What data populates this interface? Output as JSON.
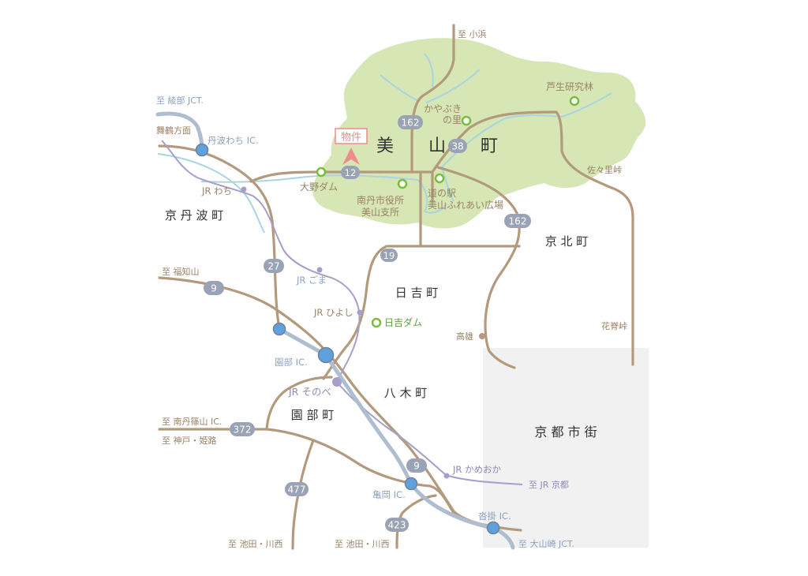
{
  "colors": {
    "miyama_fill": "#d6e6b4",
    "kyoto_fill": "#f1f1f1",
    "road": "#b39a7d",
    "river": "#a9d4e2",
    "expressway": "#aebed0",
    "jr_line": "#a79ec9",
    "shield": "#9aa3b6",
    "ic_blue": "#5fa2db",
    "poi_green": "#78be3c",
    "property": "#ee8b8b",
    "label_brown": "#9a8266",
    "label_blue": "#8da2bf",
    "label_purple": "#9188b8",
    "label_green": "#5aa53a",
    "town": "#333333"
  },
  "towns": {
    "miyama": [
      "美",
      "山",
      "町"
    ],
    "kyotanba": "京 丹 波 町",
    "keihoku": "京 北 町",
    "hiyoshi": "日 吉 町",
    "yagi": "八 木 町",
    "sonobe": "園 部 町",
    "kyoto_city": "京 都 市 街"
  },
  "directions": {
    "obama": "至 小浜",
    "ayabe_jct": "至 綾部 JCT.",
    "maizuru": "舞鶴方面",
    "fukuchiyama": "至 福知山",
    "minami_tamba": "至 南丹篠山 IC.",
    "kobe_himeji": "至 神戸・姫路",
    "ikeda_kawanishi_1": "至 池田・川西",
    "ikeda_kawanishi_2": "至 池田・川西",
    "jr_kyoto": "至 JR 京都",
    "oyamazaki_jct": "至 大山崎 JCT."
  },
  "places": {
    "ashu": "芦生研究林",
    "kayabuki": "かやぶき\nの里",
    "property": "物件",
    "ono_dam": "大野ダム",
    "city_office": "南丹市役所\n美山支所",
    "michi_no_eki": "道の駅\n美山ふれあい広場",
    "sasarito": "佐々里峠",
    "hanase": "花脊峠",
    "takao": "高雄",
    "hiyoshi_dam": "日吉ダム"
  },
  "interchanges": {
    "tamba_wachi": "丹波わち IC.",
    "sonobe": "園部 IC.",
    "kameoka": "亀岡 IC.",
    "kutsukake": "沓掛 IC."
  },
  "stations": {
    "wachi": "JR わち",
    "goma": "JR ごま",
    "hiyoshi": "JR ひよし",
    "sonobe": "JR そのべ",
    "kameoka": "JR かめおか"
  },
  "routes": {
    "r162a": "162",
    "r38": "38",
    "r12": "12",
    "r162b": "162",
    "r19": "19",
    "r27": "27",
    "r9a": "9",
    "r372": "372",
    "r9b": "9",
    "r477": "477",
    "r423": "423"
  }
}
